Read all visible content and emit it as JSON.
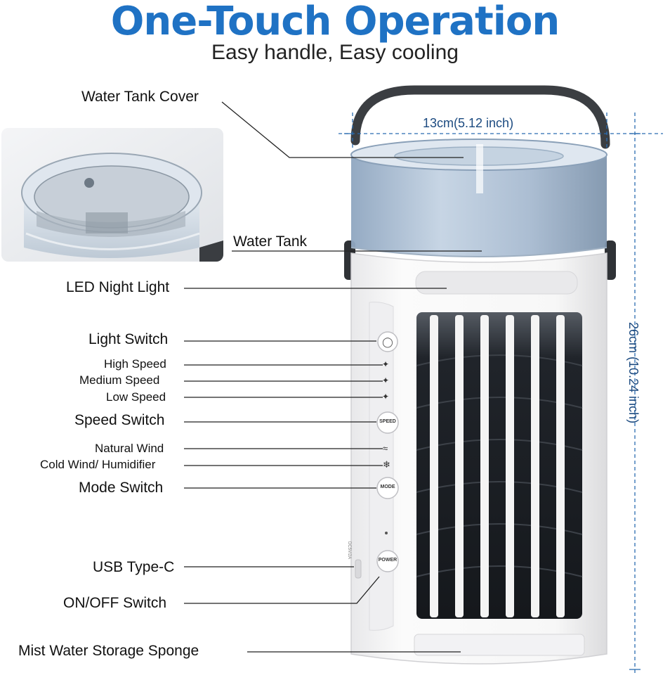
{
  "header": {
    "title": "One-Touch Operation",
    "subtitle": "Easy handle, Easy cooling"
  },
  "dimensions": {
    "width_label": "13cm(5.12 inch)",
    "height_label": "26cm (10.24 inch)"
  },
  "callouts": {
    "water_tank_cover": "Water Tank Cover",
    "water_tank": "Water Tank",
    "led_night_light": "LED Night Light",
    "light_switch": "Light Switch",
    "high_speed": "High Speed",
    "medium_speed": "Medium Speed",
    "low_speed": "Low Speed",
    "speed_switch": "Speed Switch",
    "natural_wind": "Natural Wind",
    "cold_wind": "Cold Wind/ Humidifier",
    "mode_switch": "Mode Switch",
    "usb_type_c": "USB Type-C",
    "on_off_switch": "ON/OFF Switch",
    "mist_sponge": "Mist Water Storage Sponge"
  },
  "buttons": {
    "speed": "SPEED",
    "mode": "MODE",
    "power": "POWER"
  },
  "port_text": "DC5V/2A",
  "colors": {
    "title_blue": "#1f72c4",
    "dimension_blue": "#1b4a80",
    "tank_blue": "#a9bed6",
    "body_white": "#f7f7f7",
    "grille_dark": "#1a1a1a"
  },
  "icons": [
    "bulb-icon",
    "high-speed-icon",
    "medium-speed-icon",
    "low-speed-icon",
    "natural-wind-icon",
    "snowflake-icon"
  ]
}
